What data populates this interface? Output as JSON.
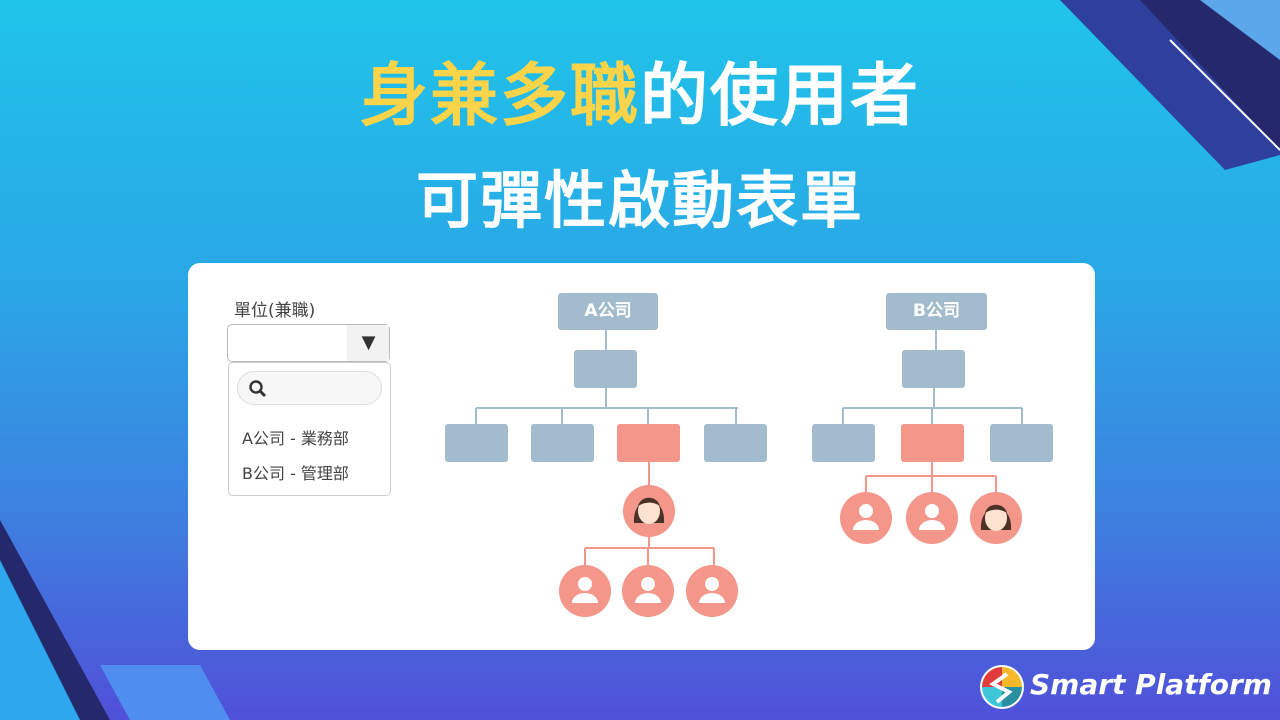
{
  "title": {
    "line1_highlight": "身兼多職",
    "line1_rest": "的使用者",
    "line2": "可彈性啟動表單"
  },
  "form": {
    "label": "單位(兼職)",
    "dropdown_icon": "▼",
    "search_placeholder": "",
    "options": [
      "A公司 - 業務部",
      "B公司 - 管理部"
    ]
  },
  "orgs": {
    "a_name": "A公司",
    "b_name": "B公司"
  },
  "brand": {
    "name": "Smart Platform"
  },
  "colors": {
    "node": "#a3bccd",
    "highlight": "#f4978a",
    "title_highlight": "#fbd44a"
  }
}
